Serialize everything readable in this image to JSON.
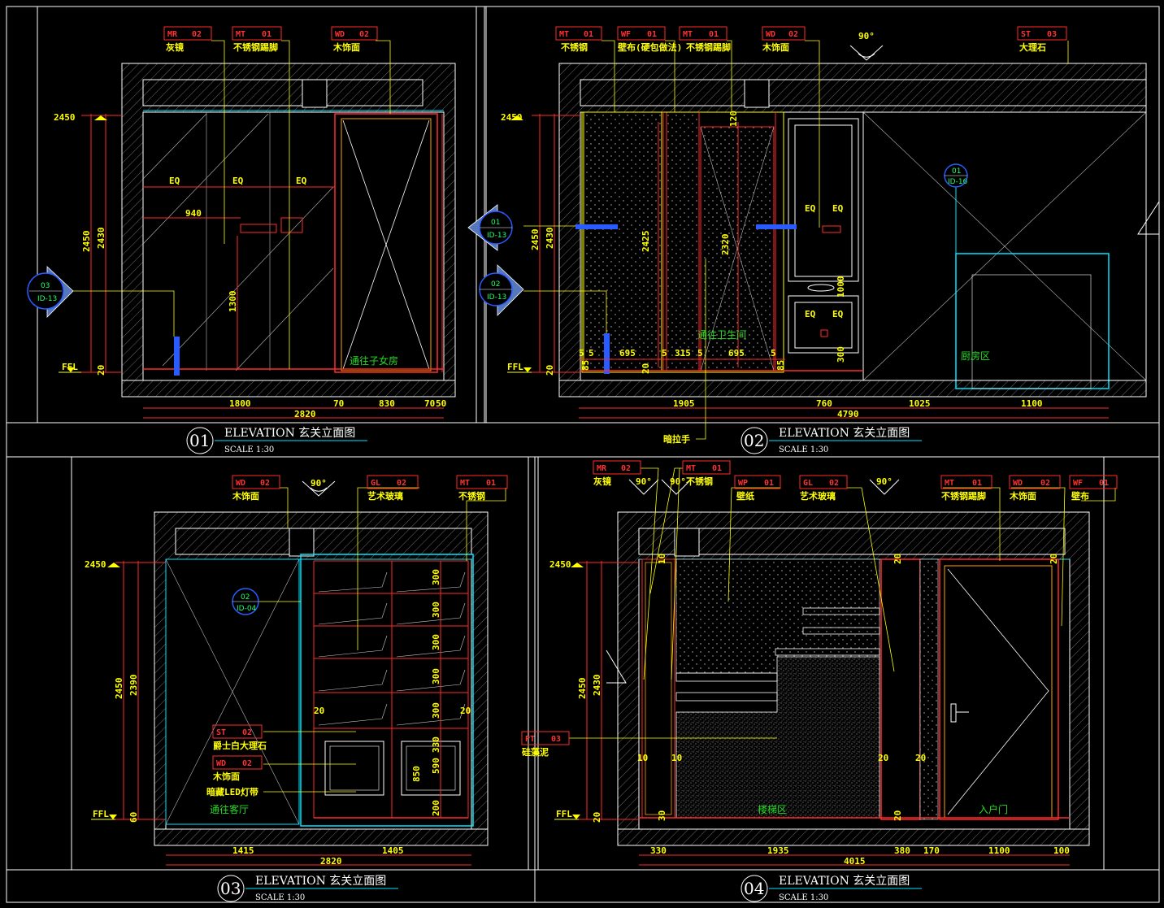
{
  "palette": {
    "background": "#000000",
    "frame": "#ffffff",
    "dimension": "#ff2a2a",
    "leader": "#ffff00",
    "accent": "#00e5ff",
    "marker": "#2a5bff",
    "label_green": "#22dd22"
  },
  "views": [
    {
      "id": "v1",
      "number": "01",
      "title": "ELEVATION 玄关立面图",
      "scale": "SCALE  1:30",
      "tags": [
        {
          "code": "MR",
          "num": "02",
          "label": "灰镜"
        },
        {
          "code": "MT",
          "num": "01",
          "label": "不锈钢踢脚"
        },
        {
          "code": "WD",
          "num": "02",
          "label": "木饰面"
        }
      ],
      "levels": [
        "2450",
        "FFL"
      ],
      "vertical_dims": [
        "2450",
        "2430",
        "1300",
        "20"
      ],
      "horizontal_dims": [
        "EQ",
        "EQ",
        "EQ",
        "940"
      ],
      "bottom_dims": [
        "1800",
        "70",
        "830",
        "70",
        "50",
        "2820"
      ],
      "callouts": [
        {
          "top": "03",
          "bottom": "ID-13"
        }
      ],
      "room_labels": [
        "通往子女房"
      ]
    },
    {
      "id": "v2",
      "number": "02",
      "title": "ELEVATION 玄关立面图",
      "scale": "SCALE  1:30",
      "tags": [
        {
          "code": "MT",
          "num": "01",
          "label": "不锈钢"
        },
        {
          "code": "WF",
          "num": "01",
          "label": "壁布(硬包做法)"
        },
        {
          "code": "MT",
          "num": "01",
          "label": "不锈钢踢脚"
        },
        {
          "code": "WD",
          "num": "02",
          "label": "木饰面"
        },
        {
          "code": "ST",
          "num": "03",
          "label": "大理石"
        }
      ],
      "angle": "90°",
      "levels": [
        "2450",
        "FFL"
      ],
      "vertical_dims": [
        "2450",
        "2430",
        "2425",
        "2320",
        "120",
        "1000",
        "300",
        "20"
      ],
      "horizontal_dims": [
        "5",
        "5",
        "695",
        "5",
        "315",
        "5",
        "695",
        "5",
        "85",
        "85",
        "20",
        "EQ",
        "EQ",
        "EQ",
        "EQ"
      ],
      "bottom_dims": [
        "1905",
        "760",
        "1025",
        "1100",
        "4790"
      ],
      "callouts": [
        {
          "top": "01",
          "bottom": "ID-13"
        },
        {
          "top": "02",
          "bottom": "ID-13"
        },
        {
          "top": "01",
          "bottom": "ID-16"
        }
      ],
      "room_labels": [
        "通往卫生间",
        "厨房区"
      ],
      "note": "暗拉手"
    },
    {
      "id": "v3",
      "number": "03",
      "title": "ELEVATION 玄关立面图",
      "scale": "SCALE  1:30",
      "tags": [
        {
          "code": "WD",
          "num": "02",
          "label": "木饰面"
        },
        {
          "code": "GL",
          "num": "02",
          "label": "艺术玻璃"
        },
        {
          "code": "MT",
          "num": "01",
          "label": "不锈钢"
        },
        {
          "code": "ST",
          "num": "02",
          "label": "爵士白大理石"
        },
        {
          "code": "WD",
          "num": "02",
          "label": "木饰面"
        }
      ],
      "angle": "90°",
      "note": "暗藏LED灯带",
      "levels": [
        "2450",
        "FFL"
      ],
      "vertical_dims": [
        "2450",
        "2390",
        "60",
        "300",
        "300",
        "300",
        "300",
        "300",
        "330",
        "850",
        "590",
        "200",
        "20",
        "20"
      ],
      "bottom_dims": [
        "1415",
        "1405",
        "2820"
      ],
      "callouts": [
        {
          "top": "02",
          "bottom": "ID-04"
        }
      ],
      "room_labels": [
        "通往客厅"
      ]
    },
    {
      "id": "v4",
      "number": "04",
      "title": "ELEVATION 玄关立面图",
      "scale": "SCALE  1:30",
      "tags": [
        {
          "code": "MR",
          "num": "02",
          "label": "灰镜"
        },
        {
          "code": "MT",
          "num": "01",
          "label": "不锈钢"
        },
        {
          "code": "WP",
          "num": "01",
          "label": "壁纸"
        },
        {
          "code": "GL",
          "num": "02",
          "label": "艺术玻璃"
        },
        {
          "code": "MT",
          "num": "01",
          "label": "不锈钢踢脚"
        },
        {
          "code": "WD",
          "num": "02",
          "label": "木饰面"
        },
        {
          "code": "WF",
          "num": "01",
          "label": "壁布"
        },
        {
          "code": "PT",
          "num": "03",
          "label": "硅藻泥"
        }
      ],
      "angles": [
        "90°",
        "90°",
        "90°"
      ],
      "levels": [
        "2450",
        "FFL"
      ],
      "vertical_dims": [
        "2450",
        "2430",
        "10",
        "10",
        "10",
        "30",
        "20",
        "20",
        "20",
        "20",
        "20",
        "20"
      ],
      "bottom_dims": [
        "330",
        "1935",
        "380",
        "170",
        "1100",
        "100",
        "4015"
      ],
      "room_labels": [
        "楼梯区",
        "入户门"
      ]
    }
  ]
}
